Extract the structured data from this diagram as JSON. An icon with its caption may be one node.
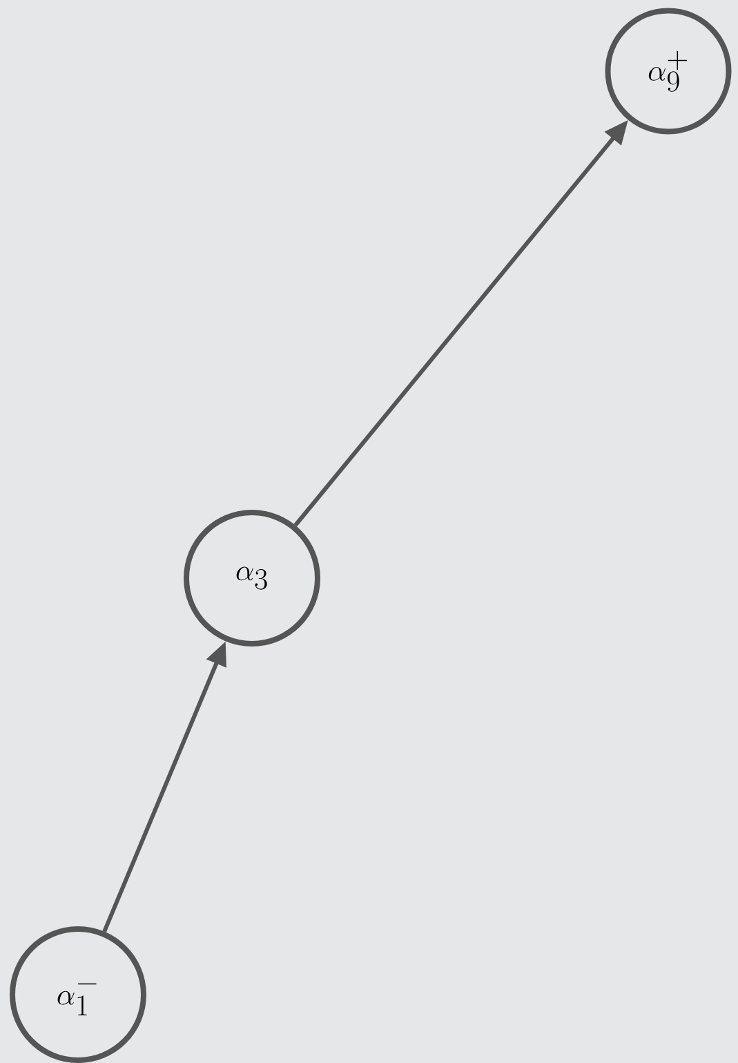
{
  "diagram": {
    "nodes": [
      {
        "text": [
          "\\alpha_1^-"
        ]
      },
      {
        "text": [
          "\\alpha_3"
        ]
      },
      {
        "text": [
          "\\alpha_9^+"
        ]
      }
    ],
    "edges": [
      {
        "from": 0,
        "to": 1,
        "arrow": "to"
      },
      {
        "from": 1,
        "to": 2,
        "arrow": "to"
      }
    ]
  }
}
